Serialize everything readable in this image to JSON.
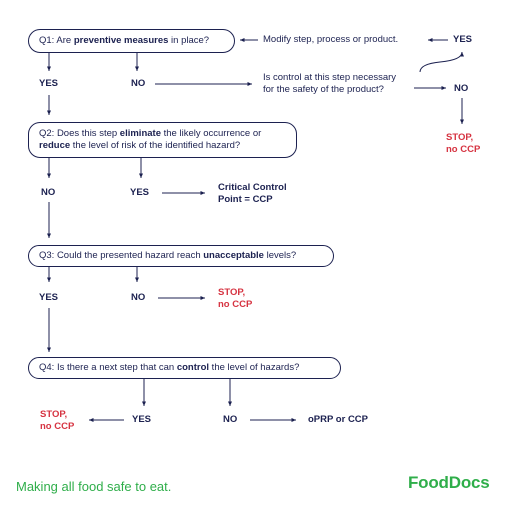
{
  "q1": {
    "pre": "Q1: Are ",
    "em": "preventive measures",
    "post": " in place?"
  },
  "q2": {
    "a": "Q2: Does this step ",
    "em1": "eliminate",
    "b": " the likely occurrence or",
    "em2": "reduce",
    "c": " the level of risk of the identified hazard?"
  },
  "q3": {
    "pre": "Q3: Could the presented hazard reach ",
    "em": "unacceptable",
    "post": " levels?"
  },
  "q4": {
    "pre": "Q4: Is there a next step that can ",
    "em": "control",
    "post": " the level of hazards?"
  },
  "modify": "Modify step, process or product.",
  "control_q": {
    "line1": "Is control at this step necessary",
    "line2": "for the safety of the product?"
  },
  "yes": "YES",
  "no": "NO",
  "stop": {
    "line1": "STOP,",
    "line2": "no CCP"
  },
  "ccp": {
    "line1": "Critical Control",
    "line2": "Point = CCP"
  },
  "oprp": "oPRP or CCP",
  "tagline": "Making all food safe to eat.",
  "brand": "FoodDocs",
  "colors": {
    "navy": "#1c2150",
    "red": "#d63341",
    "green": "#2fae4a"
  }
}
